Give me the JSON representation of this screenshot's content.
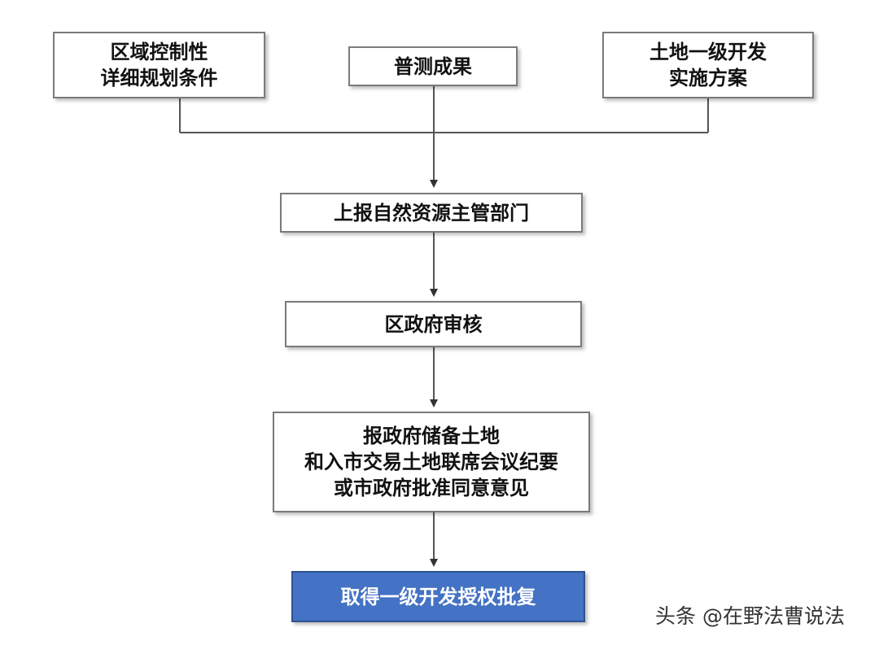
{
  "nodes": {
    "regulatory_plan": {
      "lines": [
        "区域控制性",
        "详细规划条件"
      ]
    },
    "survey_results": {
      "lines": [
        "普测成果"
      ]
    },
    "development_plan": {
      "lines": [
        "土地一级开发",
        "实施方案"
      ]
    },
    "report_department": {
      "lines": [
        "上报自然资源主管部门"
      ]
    },
    "district_review": {
      "lines": [
        "区政府审核"
      ]
    },
    "government_minutes": {
      "lines": [
        "报政府储备土地",
        "和入市交易土地联席会议纪要",
        "或市政府批准同意意见"
      ]
    },
    "authorization": {
      "lines": [
        "取得一级开发授权批复"
      ]
    }
  },
  "colors": {
    "box_border": "#7a7a7a",
    "final_box_fill": "#4472c4",
    "arrow": "#333333"
  },
  "watermark": "头条 @在野法曹说法"
}
